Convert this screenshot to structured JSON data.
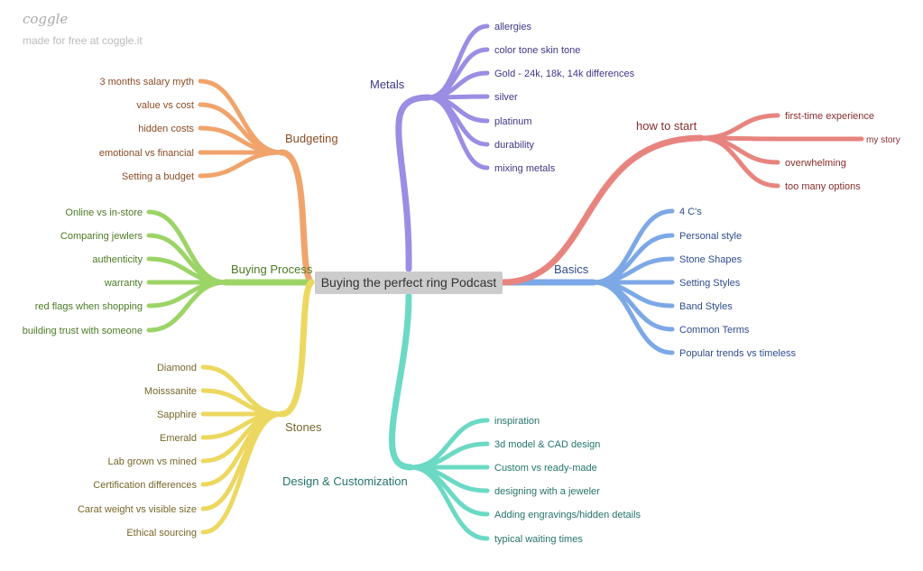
{
  "header": {
    "logo": "coggle",
    "tagline": "made for free at coggle.it"
  },
  "root": {
    "label": "Buying the perfect ring Podcast",
    "fill": "#cccccc",
    "text_color": "#333333"
  },
  "branches": [
    {
      "id": "metals",
      "label": "Metals",
      "color": "#9b8de3",
      "text_color": "#3f3787",
      "children": [
        "allergies",
        "color tone skin tone",
        "Gold - 24k, 18k, 14k differences",
        "silver",
        "platinum",
        "durability",
        "mixing metals"
      ]
    },
    {
      "id": "budgeting",
      "label": "Budgeting",
      "color": "#f0a46c",
      "text_color": "#8a4c26",
      "children": [
        "3 months salary myth",
        "value vs cost",
        "hidden costs",
        "emotional vs financial",
        "Setting a budget"
      ]
    },
    {
      "id": "buying-process",
      "label": "Buying Process",
      "color": "#9cd466",
      "text_color": "#4c7a24",
      "children": [
        "Online vs in-store",
        "Comparing jewlers",
        "authenticity",
        "warranty",
        "red flags when shopping",
        "building trust with someone"
      ]
    },
    {
      "id": "stones",
      "label": "Stones",
      "color": "#ecd860",
      "text_color": "#76672a",
      "children": [
        "Diamond",
        "Moisssanite",
        "Sapphire",
        "Emerald",
        "Lab grown vs mined",
        "Certification differences",
        "Carat weight vs visible size",
        "Ethical sourcing"
      ]
    },
    {
      "id": "design",
      "label": "Design & Customization",
      "color": "#6bd9c4",
      "text_color": "#24746a",
      "children": [
        "inspiration",
        "3d model & CAD design",
        "Custom vs ready-made",
        "designing with a jeweler",
        "Adding engravings/hidden details",
        "typical waiting times"
      ]
    },
    {
      "id": "basics",
      "label": "Basics",
      "color": "#7ca8e6",
      "text_color": "#2f4c8c",
      "children": [
        "4 C's",
        "Personal style",
        "Stone Shapes",
        "Setting Styles",
        "Band Styles",
        "Common Terms",
        "Popular trends vs timeless"
      ]
    },
    {
      "id": "how-to-start",
      "label": "how to start",
      "color": "#e8847f",
      "text_color": "#8a2c2c",
      "children": [
        "first-time experience",
        "my story",
        "overwhelming",
        "too many options"
      ]
    }
  ]
}
